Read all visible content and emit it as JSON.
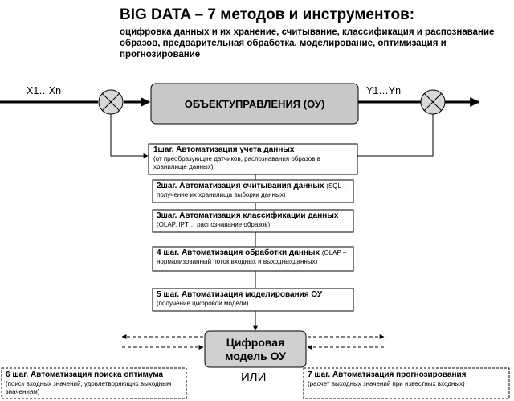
{
  "header": {
    "title": "BIG DATA – 7 методов и инструментов:",
    "subtitle": "оцифровка данных и их хранение, считывание, классификация и распознавание образов, предварительная обработка, моделирование, оптимизация и прогнозирование"
  },
  "signals": {
    "input": "X1…Xn",
    "output": "Y1…Yn"
  },
  "plant": {
    "label": "ОБЪЕКТУПРАВЛЕНИЯ (ОУ)"
  },
  "steps": [
    {
      "title": "1шаг. Автоматизация учета данных",
      "note": "(от преобразующие датчиков, распознавания образов в хранилище данных)"
    },
    {
      "title": "2шаг. Автоматизация считывания данных",
      "inline": "(SQL –",
      "note": "получение их хранилища выборки данных)"
    },
    {
      "title": "3шаг. Автоматизация классификации данных",
      "note": "(OLAP, IPT…  распознавание образов)"
    },
    {
      "title": "4 шаг. Автоматизация обработки данных",
      "inline": "(OLAP –",
      "note": "нормализованный поток входных и выходныхданных)"
    },
    {
      "title": "5 шаг. Автоматизация моделирования ОУ",
      "note": "(получение цифровой модели)"
    },
    {
      "title": "6 шаг. Автоматизация поиска оптимума",
      "note": "(поиск входных значений, удовлетворяющих выходным значениям)"
    },
    {
      "title": "7 шаг. Автоматизация прогнозирования",
      "note": "(расчет выходных значений при известных входных)"
    }
  ],
  "model": {
    "line1": "Цифровая",
    "line2": "модель ОУ"
  },
  "or_label": "ИЛИ",
  "colors": {
    "plant_fill": "#c8c8c8",
    "model_fill": "#d0d0d0",
    "line": "#000000"
  }
}
